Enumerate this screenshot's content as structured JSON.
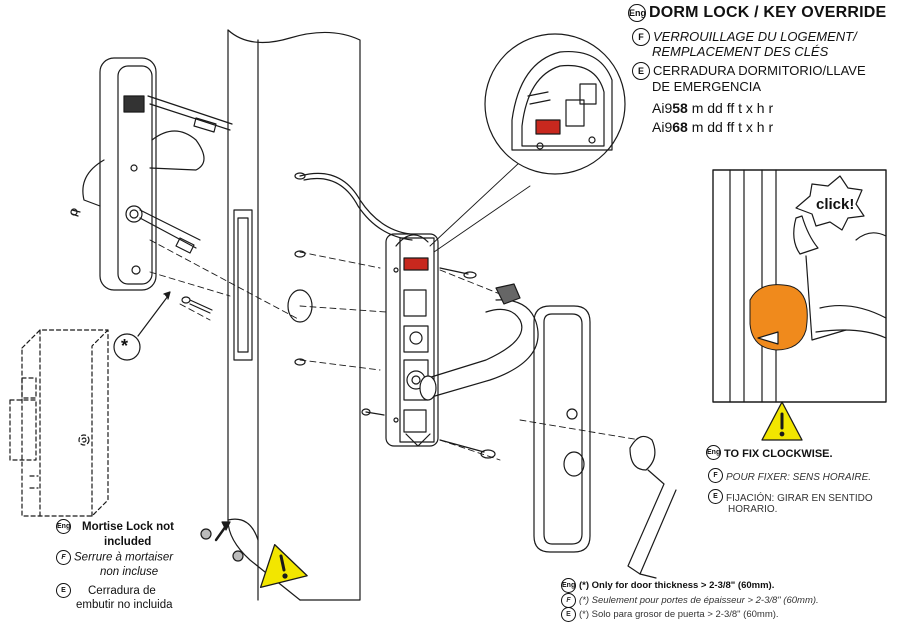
{
  "header": {
    "en_badge": "Eng",
    "title_en": "DORM LOCK / KEY OVERRIDE",
    "fr_badge": "F",
    "title_fr_line1": "VERROUILLAGE DU LOGEMENT/",
    "title_fr_line2": "REMPLACEMENT DES CLÉS",
    "es_badge": "E",
    "title_es_line1": "CERRADURA DORMITORIO/LLAVE",
    "title_es_line2": "DE EMERGENCIA",
    "model1_prefix": "Ai9",
    "model1_bold": "58",
    "model1_suffix": " m dd ff t x h r",
    "model2_prefix": "Ai9",
    "model2_bold": "68",
    "model2_suffix": " m dd ff t x h r"
  },
  "callout": {
    "click_label": "click!",
    "en_badge": "Eng",
    "text_en": "TO FIX CLOCKWISE.",
    "fr_badge": "F",
    "text_fr": "POUR FIXER: SENS HORAIRE.",
    "es_badge": "E",
    "text_es_line1": "FIJACIÓN: GIRAR EN SENTIDO",
    "text_es_line2": "HORARIO."
  },
  "asterisk_marker": "*",
  "mortise": {
    "en_badge": "Eng",
    "text_en_line1": "Mortise Lock not",
    "text_en_line2": "included",
    "fr_badge": "F",
    "text_fr_line1": "Serrure à mortaiser",
    "text_fr_line2": "non incluse",
    "es_badge": "E",
    "text_es_line1": "Cerradura de",
    "text_es_line2": "embutir no incluida"
  },
  "footnote": {
    "en_badge": "Eng",
    "text_en": "(*) Only for door thickness > 2-3/8\" (60mm).",
    "fr_badge": "F",
    "text_fr": "(*) Seulement pour portes de épaisseur > 2-3/8\" (60mm).",
    "es_badge": "E",
    "text_es": "(*) Solo para grosor de puerta > 2-3/8\" (60mm)."
  },
  "colors": {
    "warning_yellow": "#f2e600",
    "band_orange": "#f08a1c",
    "connector_red": "#c8281e",
    "line": "#1a1a1a"
  },
  "icons": [
    "warning-triangle-icon",
    "arrow-icon"
  ]
}
